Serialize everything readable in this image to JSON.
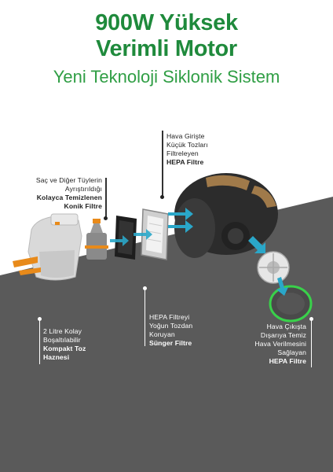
{
  "header": {
    "title_line1": "900W Yüksek",
    "title_line2": "Verimli Motor",
    "subtitle": "Yeni Teknoloji Siklonik Sistem"
  },
  "labels": {
    "hepa_intake": {
      "line1": "Hava Girişte",
      "line2": "Küçük Tozları",
      "line3": "Filtreleyen",
      "line4": "HEPA Filtre"
    },
    "cone_filter": {
      "line1": "Saç ve Diğer Tüylerin",
      "line2": "Ayrıştırıldığı",
      "line3": "Kolayca Temizlenen",
      "line4": "Konik Filtre"
    },
    "dust_box": {
      "line1": "2 Litre Kolay",
      "line2": "Boşaltılabilir",
      "line3": "Kompakt Toz",
      "line4": "Haznesi"
    },
    "sponge_filter": {
      "line1": "HEPA Filtreyi",
      "line2": "Yoğun Tozdan",
      "line3": "Koruyan",
      "line4": "Sünger Filtre"
    },
    "hepa_exhaust": {
      "line1": "Hava Çıkışta",
      "line2": "Dışarıya Temiz",
      "line3": "Hava Verilmesini",
      "line4": "Sağlayan",
      "line5": "HEPA Filtre"
    }
  },
  "colors": {
    "brand_green": "#1f8a3c",
    "background_gray": "#5a5a5a",
    "airflow_blue": "#2aa7c9"
  }
}
